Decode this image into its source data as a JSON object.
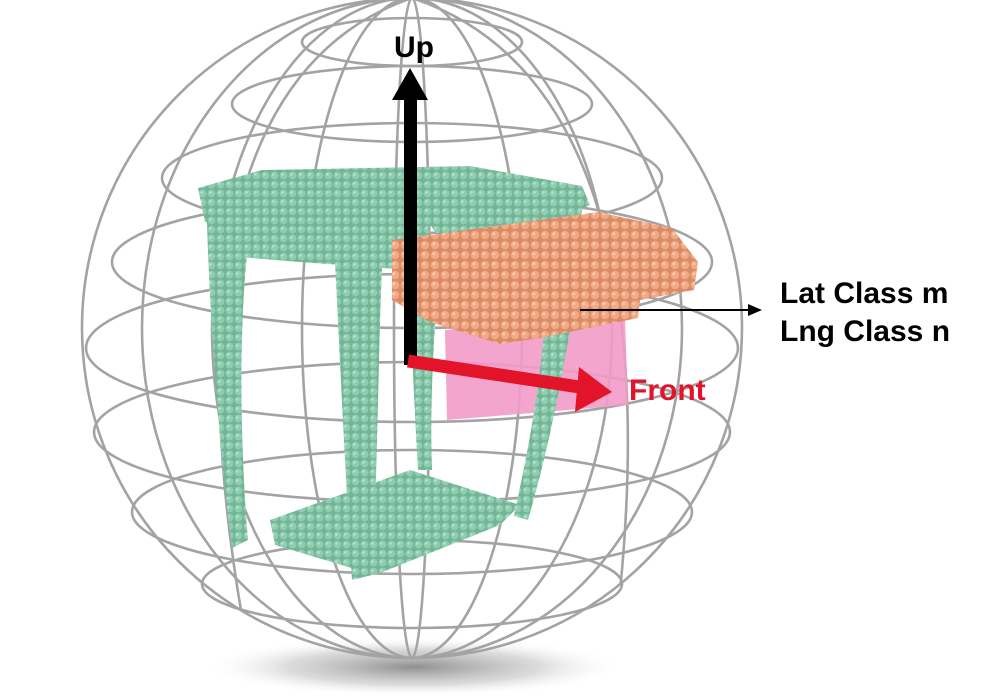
{
  "labels": {
    "up": "Up",
    "front": "Front",
    "lat_class": "Lat Class m",
    "lng_class": "Lng Class n"
  },
  "colors": {
    "sphere_grid": "#9a9a9a",
    "table": "#7fbfa3",
    "table_dark": "#5f9f86",
    "box": "#eca07a",
    "box_dark": "#c97d5a",
    "highlight_patch": "#f39bc8",
    "up_arrow": "#000000",
    "front_arrow": "#e3132a",
    "front_text": "#e3132a",
    "callout_text": "#000000"
  },
  "icons": {
    "up_arrow": "arrow-up-icon",
    "front_arrow": "arrow-right-icon",
    "callout_arrow": "arrow-right-icon"
  }
}
